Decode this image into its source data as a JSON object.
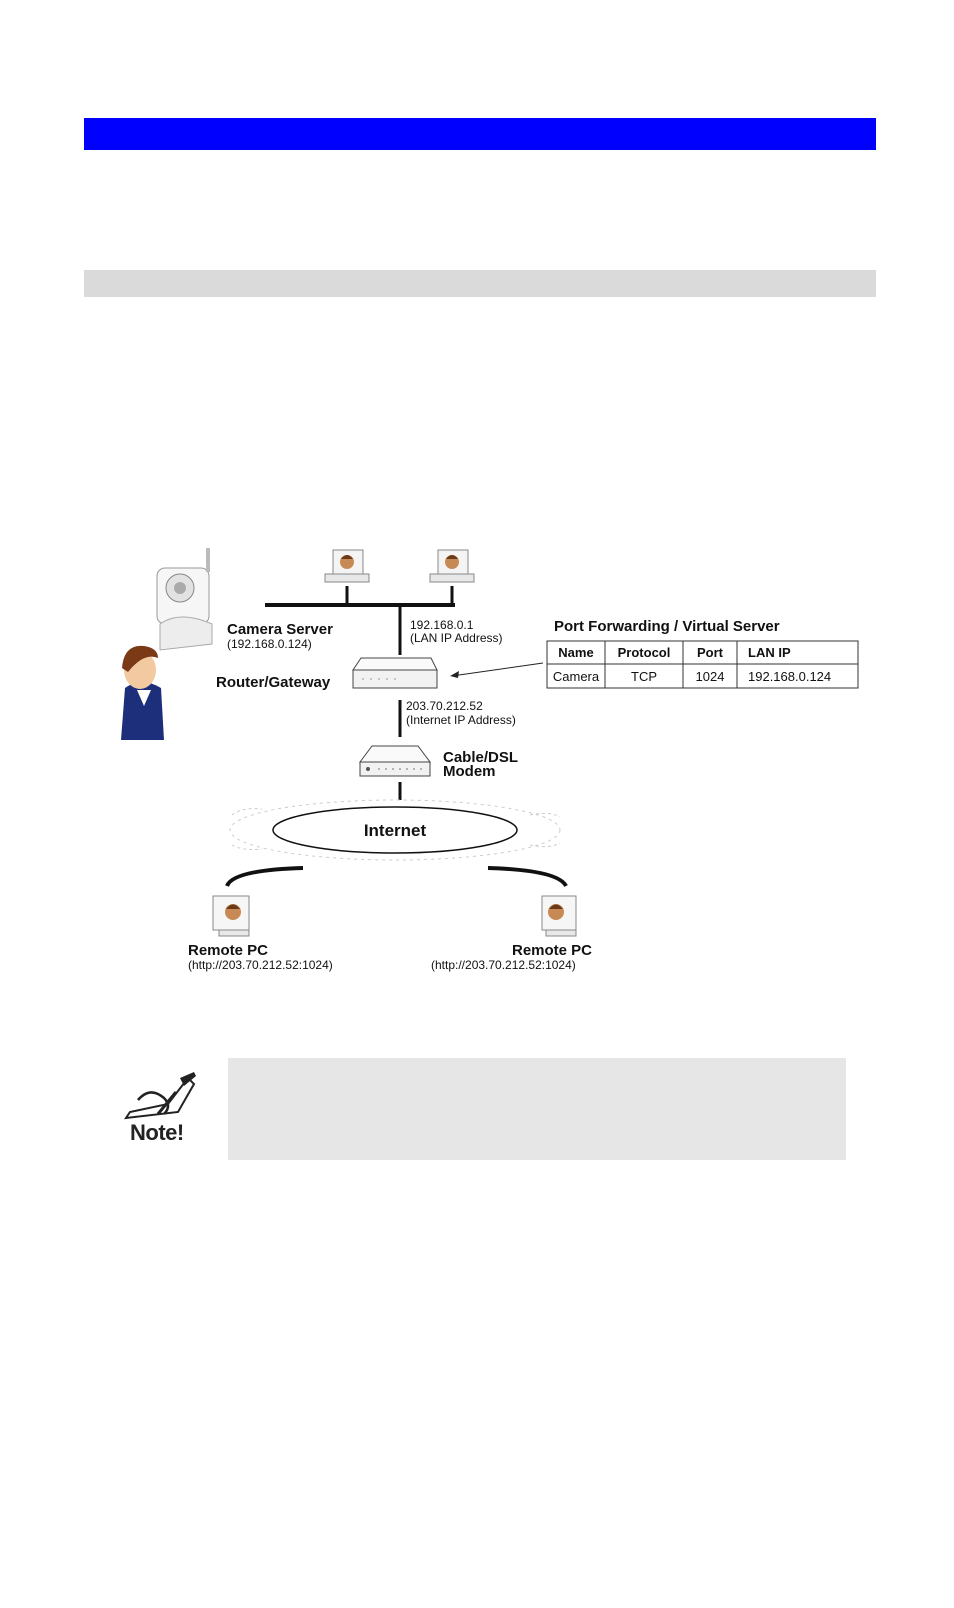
{
  "diagram": {
    "labels": {
      "camera_server": "Camera Server",
      "camera_server_ip": "(192.168.0.124)",
      "router": "Router/Gateway",
      "lan_ip": "192.168.0.1",
      "lan_ip_caption": "(LAN IP Address)",
      "internet_ip": "203.70.212.52",
      "internet_ip_caption": "(Internet IP Address)",
      "modem_line1": "Cable/DSL",
      "modem_line2": "Modem",
      "internet": "Internet",
      "remote_pc_left": "Remote PC",
      "remote_pc_left_url": "(http://203.70.212.52:1024)",
      "remote_pc_right": "Remote PC",
      "remote_pc_right_url": "(http://203.70.212.52:1024)"
    },
    "port_forwarding": {
      "title": "Port Forwarding / Virtual Server",
      "headers": [
        "Name",
        "Protocol",
        "Port",
        "LAN IP"
      ],
      "row": [
        "Camera",
        "TCP",
        "1024",
        "192.168.0.124"
      ]
    }
  },
  "note": {
    "icon_label": "Note!",
    "icon": "note-pen-icon"
  },
  "colors": {
    "header_bar": "#0000ff",
    "section_bar": "#dadada",
    "note_box": "#e6e6e6"
  }
}
